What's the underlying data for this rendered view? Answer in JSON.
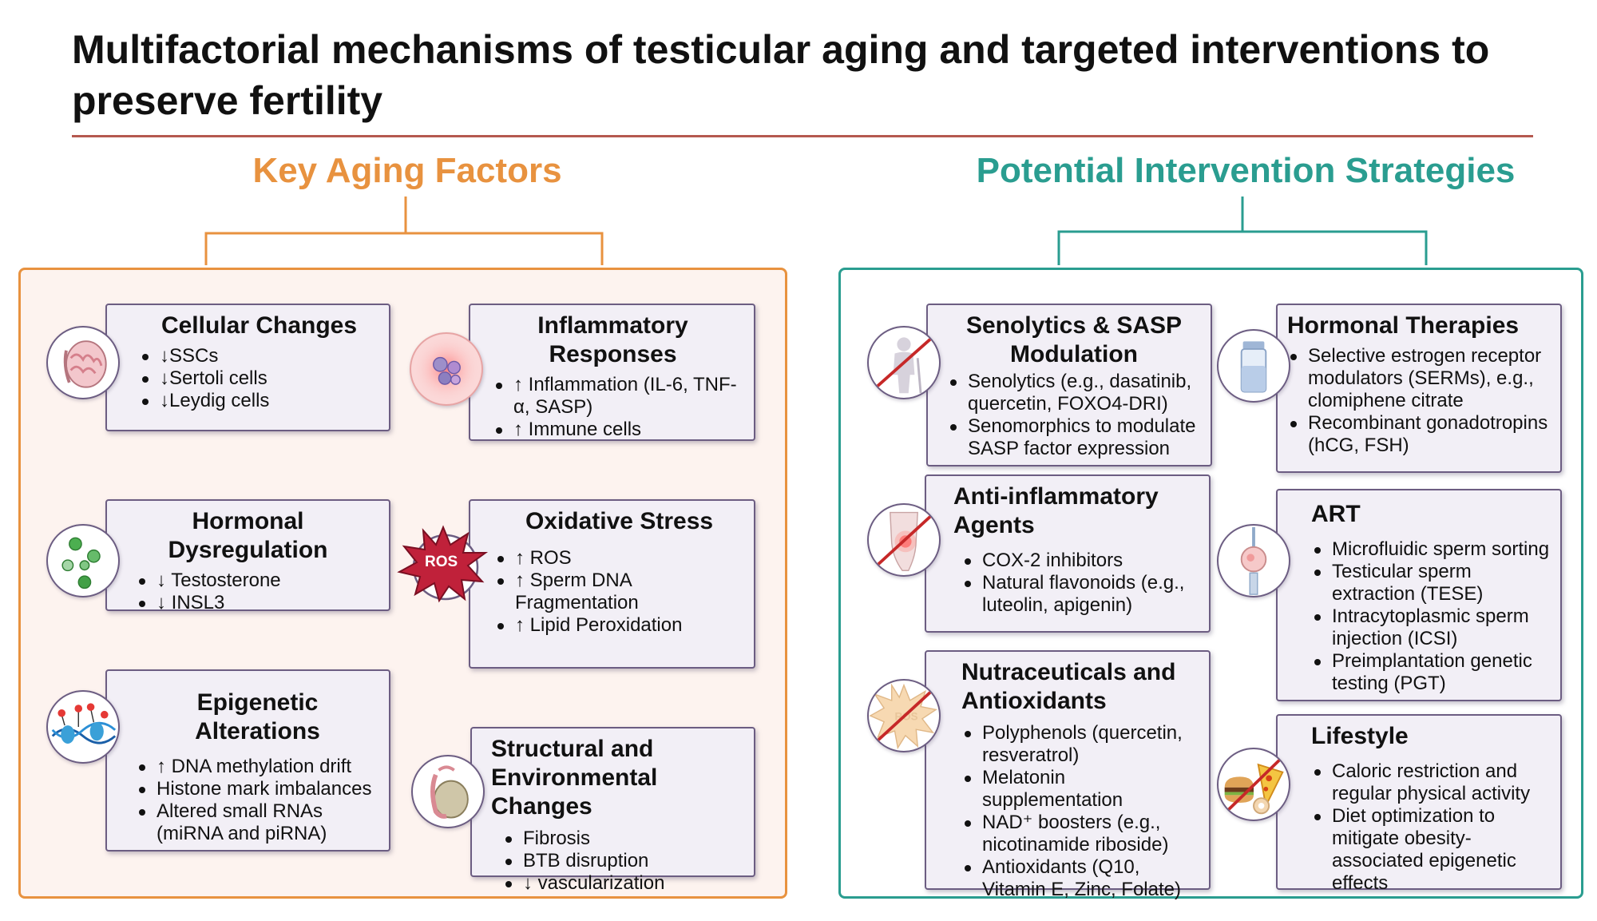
{
  "title": "Multifactorial mechanisms of testicular aging and targeted interventions to preserve fertility",
  "colors": {
    "aging_accent": "#e8923f",
    "intervention_accent": "#2a9d90",
    "title_rule": "#b5594f",
    "card_border": "#6c5d82",
    "card_fill": "#f2eff6",
    "panel_left_fill": "#fdf3ef"
  },
  "aging": {
    "heading": "Key Aging Factors",
    "cards": {
      "cellular": {
        "icon": "testis-cross-section-icon",
        "title": "Cellular Changes",
        "items": [
          "↓SSCs",
          "↓Sertoli cells",
          "↓Leydig cells"
        ]
      },
      "inflammatory": {
        "icon": "immune-cells-icon",
        "title": "Inflammatory Responses",
        "items": [
          "↑ Inflammation (IL-6, TNF-α, SASP)",
          "↑ Immune cells"
        ]
      },
      "hormonal": {
        "icon": "hormone-molecules-icon",
        "title": "Hormonal Dysregulation",
        "items": [
          "↓ Testosterone",
          "↓ INSL3"
        ]
      },
      "oxidative": {
        "icon": "ros-burst-icon",
        "icon_label": "ROS",
        "title": "Oxidative Stress",
        "items": [
          "↑ ROS",
          "↑ Sperm DNA Fragmentation",
          "↑ Lipid Peroxidation"
        ]
      },
      "epigenetic": {
        "icon": "dna-methylation-icon",
        "title": "Epigenetic Alterations",
        "items": [
          "↑ DNA methylation drift",
          "Histone mark imbalances",
          "Altered small RNAs (miRNA and piRNA)"
        ]
      },
      "structural": {
        "icon": "testis-epididymis-icon",
        "title": "Structural and Environmental Changes",
        "items": [
          "Fibrosis",
          "BTB disruption",
          "↓ vascularization"
        ]
      }
    }
  },
  "interventions": {
    "heading": "Potential Intervention Strategies",
    "cards": {
      "senolytics": {
        "icon": "no-aging-person-icon",
        "title": "Senolytics & SASP Modulation",
        "items": [
          "Senolytics (e.g., dasatinib, quercetin, FOXO4-DRI)",
          "Senomorphics to modulate SASP factor expression"
        ]
      },
      "hormonal_therapies": {
        "icon": "medication-vial-icon",
        "title": "Hormonal Therapies",
        "items": [
          "Selective estrogen receptor modulators (SERMs), e.g., clomiphene citrate",
          "Recombinant gonadotropins (hCG, FSH)"
        ]
      },
      "anti_inflammatory": {
        "icon": "no-inflammation-icon",
        "title": "Anti-inflammatory Agents",
        "items": [
          "COX-2 inhibitors",
          "Natural flavonoids (e.g., luteolin, apigenin)"
        ]
      },
      "art": {
        "icon": "icsi-pipette-icon",
        "title": "ART",
        "items": [
          "Microfluidic sperm sorting",
          "Testicular sperm extraction (TESE)",
          "Intracytoplasmic sperm injection (ICSI)",
          "Preimplantation genetic testing (PGT)"
        ]
      },
      "nutraceuticals": {
        "icon": "no-ros-icon",
        "icon_label": "ROS",
        "title": "Nutraceuticals and Antioxidants",
        "items": [
          "Polyphenols (quercetin, resveratrol)",
          "Melatonin supplementation",
          "NAD⁺ boosters (e.g., nicotinamide riboside)",
          "Antioxidants (Q10, Vitamin E, Zinc, Folate)"
        ]
      },
      "lifestyle": {
        "icon": "no-junk-food-icon",
        "title": "Lifestyle",
        "items": [
          "Caloric restriction and regular physical activity",
          "Diet optimization to mitigate obesity-associated epigenetic effects"
        ]
      }
    }
  }
}
